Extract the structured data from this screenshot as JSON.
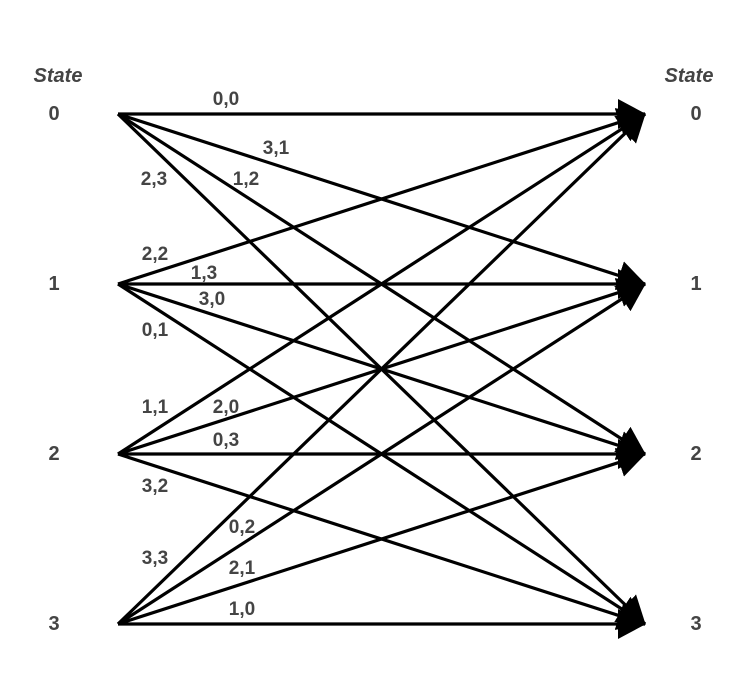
{
  "left_header": "State",
  "right_header": "State",
  "left_states": [
    "0",
    "1",
    "2",
    "3"
  ],
  "right_states": [
    "0",
    "1",
    "2",
    "3"
  ],
  "edge_color": "#000000",
  "label_color": "#444444",
  "transitions": [
    {
      "from": 0,
      "to": 0,
      "label": "0,0"
    },
    {
      "from": 0,
      "to": 1,
      "label": "3,1"
    },
    {
      "from": 0,
      "to": 2,
      "label": "1,2"
    },
    {
      "from": 0,
      "to": 3,
      "label": "2,3"
    },
    {
      "from": 1,
      "to": 0,
      "label": "2,2"
    },
    {
      "from": 1,
      "to": 1,
      "label": "1,3"
    },
    {
      "from": 1,
      "to": 2,
      "label": "3,0"
    },
    {
      "from": 1,
      "to": 3,
      "label": "0,1"
    },
    {
      "from": 2,
      "to": 0,
      "label": "1,1"
    },
    {
      "from": 2,
      "to": 1,
      "label": "2,0"
    },
    {
      "from": 2,
      "to": 2,
      "label": "0,3"
    },
    {
      "from": 2,
      "to": 3,
      "label": "3,2"
    },
    {
      "from": 3,
      "to": 0,
      "label": "3,3"
    },
    {
      "from": 3,
      "to": 1,
      "label": "0,2"
    },
    {
      "from": 3,
      "to": 2,
      "label": "2,1"
    },
    {
      "from": 3,
      "to": 3,
      "label": "1,0"
    }
  ]
}
